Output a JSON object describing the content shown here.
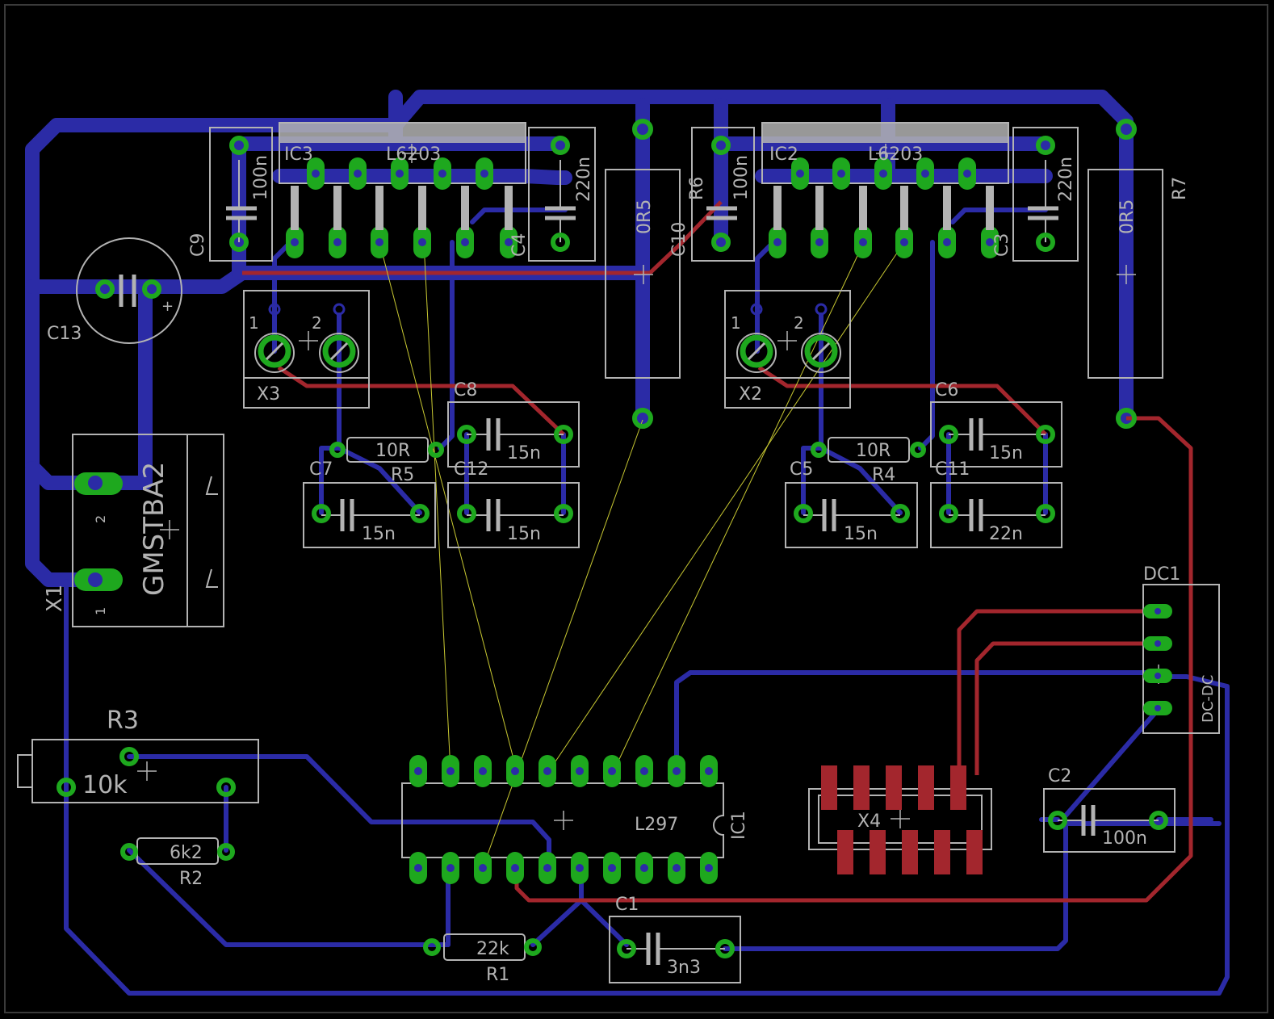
{
  "colors": {
    "background": "#000000",
    "bottom_trace": "#2b2ba6",
    "top_trace": "#a3262d",
    "pad": "#1ea81e",
    "silkscreen": "#b3b3b3",
    "airwire": "#c8c832",
    "smd_pad": "#a3262d",
    "outline": "#444444"
  },
  "parts": {
    "ic3": {
      "name": "IC3",
      "value": "L6203"
    },
    "ic2": {
      "name": "IC2",
      "value": "L6203"
    },
    "c9": {
      "name": "C9",
      "value": "100n"
    },
    "c4": {
      "name": "C4",
      "value": "220n"
    },
    "c10": {
      "name": "C10",
      "value": "100n"
    },
    "c3": {
      "name": "C3",
      "value": "220n"
    },
    "r6": {
      "name": "R6",
      "value": "0R5"
    },
    "r7": {
      "name": "R7",
      "value": "0R5"
    },
    "c13": {
      "name": "C13",
      "polarity": "+"
    },
    "x3": {
      "name": "X3",
      "pin1": "1",
      "pin2": "2"
    },
    "x2": {
      "name": "X2",
      "pin1": "1",
      "pin2": "2"
    },
    "c8": {
      "name": "C8",
      "value": "15n"
    },
    "c6": {
      "name": "C6",
      "value": "15n"
    },
    "r5": {
      "name": "R5",
      "value": "10R"
    },
    "r4": {
      "name": "R4",
      "value": "10R"
    },
    "c7": {
      "name": "C7",
      "value": "15n"
    },
    "c12": {
      "name": "C12",
      "value": "15n"
    },
    "c5": {
      "name": "C5",
      "value": "15n"
    },
    "c11": {
      "name": "C11",
      "value": "22n"
    },
    "x1": {
      "name": "X1",
      "value": "GMSTBA2",
      "pin1": "1",
      "pin2": "2"
    },
    "dc1": {
      "name": "DC1",
      "value": "DC-DC"
    },
    "r3": {
      "name": "R3",
      "value": "10k"
    },
    "r2": {
      "name": "R2",
      "value": "6k2"
    },
    "ic1": {
      "name": "IC1",
      "value": "L297"
    },
    "x4": {
      "name": "X4"
    },
    "c2": {
      "name": "C2",
      "value": "100n"
    },
    "r1": {
      "name": "R1",
      "value": "22k"
    },
    "c1": {
      "name": "C1",
      "value": "3n3"
    }
  }
}
